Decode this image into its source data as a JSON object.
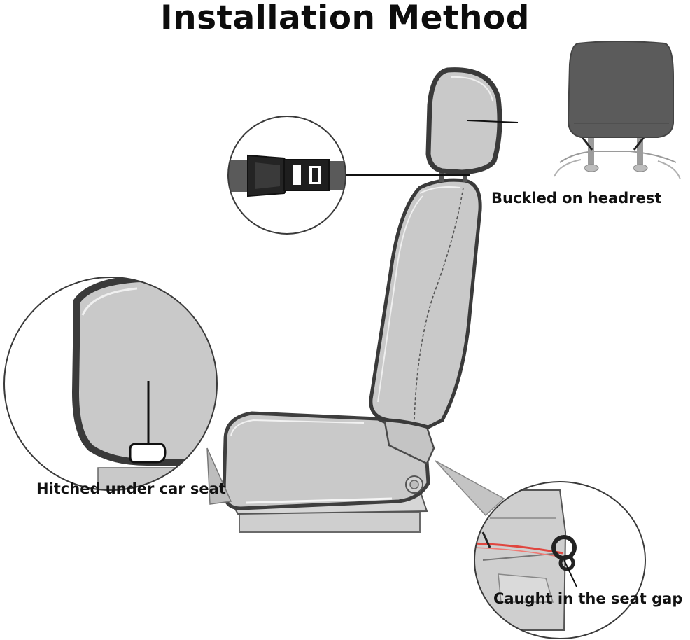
{
  "title": "Installation Method",
  "labels": {
    "headrest": "Buckled on headrest",
    "under_seat": "Hitched under car seat",
    "seat_gap": "Caught in the seat gap"
  },
  "colors": {
    "seat_fill": "#c9c9c9",
    "seat_outline": "#4a4a4a",
    "cover_dark": "#5b5b5b",
    "strap_red": "#e0463f"
  }
}
